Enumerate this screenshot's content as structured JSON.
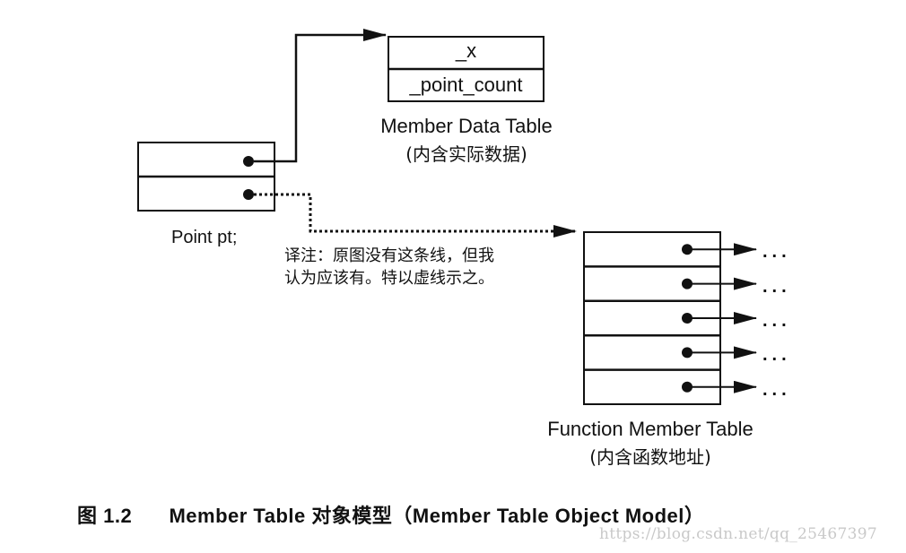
{
  "member_data_table": {
    "cells": [
      "_x",
      "_point_count"
    ],
    "title": "Member Data Table",
    "subtitle": "(内含实际数据)"
  },
  "point_object": {
    "label": "Point pt;",
    "slots": 2
  },
  "translator_note": {
    "line1": "译注：原图没有这条线，但我",
    "line2": "认为应该有。特以虚线示之。"
  },
  "function_member_table": {
    "rows": 5,
    "row_pointer_target": "...",
    "title": "Function Member Table",
    "subtitle": "(内含函数地址)"
  },
  "caption": {
    "figure": "图 1.2",
    "text": "Member Table 对象模型（Member Table Object Model）"
  },
  "watermark": "https://blog.csdn.net/qq_25467397",
  "colors": {
    "ink": "#111111",
    "watermark": "#c9c9c9",
    "background": "#ffffff"
  }
}
